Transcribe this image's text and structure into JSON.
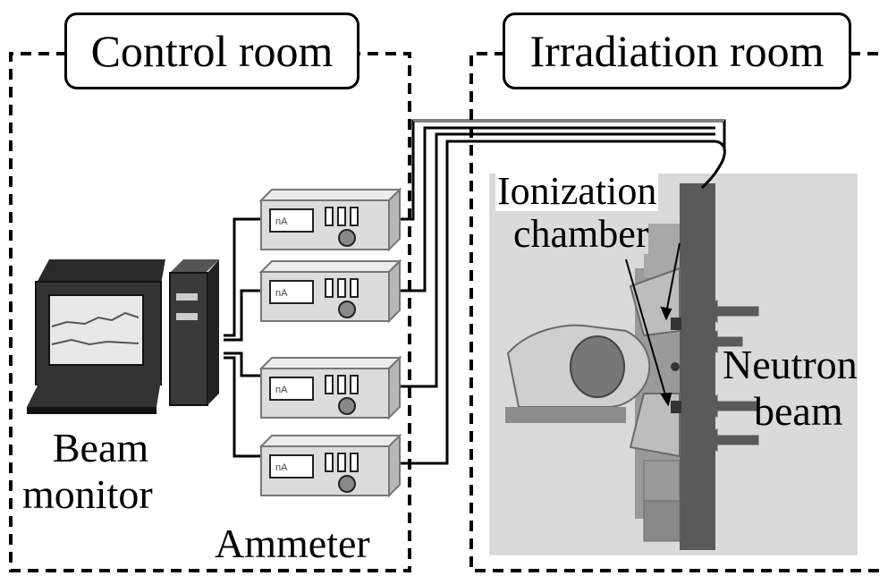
{
  "rooms": {
    "control": {
      "title": "Control room"
    },
    "irradiation": {
      "title": "Irradiation room"
    }
  },
  "labels": {
    "beam_monitor": [
      "Beam",
      "monitor"
    ],
    "ammeter": "Ammeter",
    "ionization_chamber": [
      "Ionization",
      "chamber"
    ],
    "neutron_beam": [
      "Neutron",
      "beam"
    ]
  },
  "ammeter_display_text": "nA",
  "colors": {
    "line": "#000000",
    "device_face": "#dcdcdc",
    "device_side": "#b8b8b8",
    "room_bg": "#d7d7d7",
    "wall": "#5a5a5a",
    "arrow": "#5a5a5a"
  }
}
